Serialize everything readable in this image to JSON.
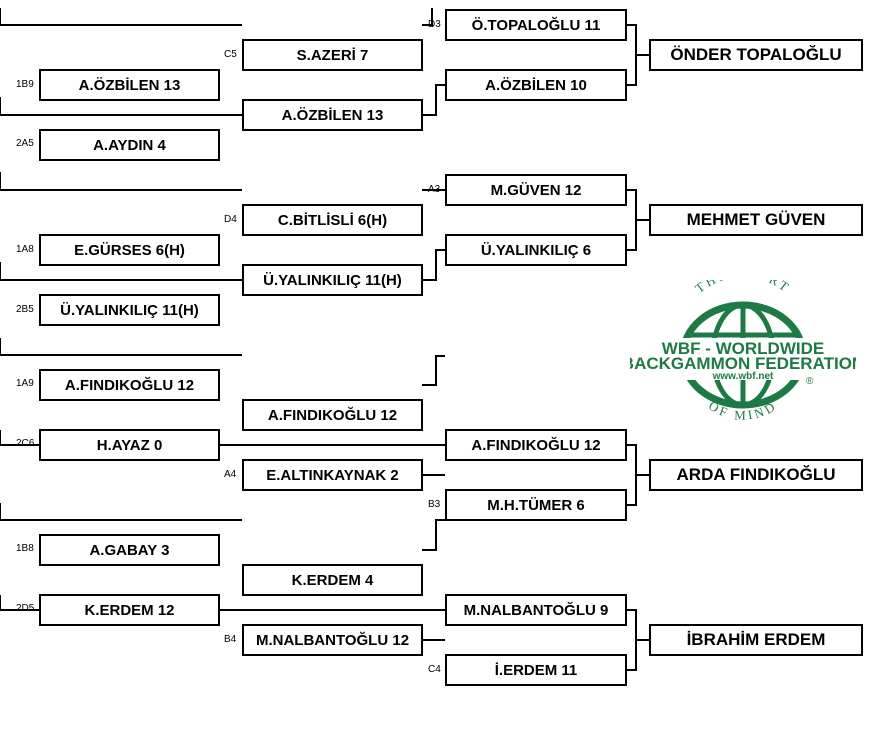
{
  "round1": [
    {
      "seed": "1B9",
      "name": "A.ÖZBİLEN 13"
    },
    {
      "seed": "2A5",
      "name": "A.AYDIN 4"
    },
    {
      "seed": "1A8",
      "name": "E.GÜRSES 6(H)"
    },
    {
      "seed": "2B5",
      "name": "Ü.YALINKILIÇ 11(H)"
    },
    {
      "seed": "1A9",
      "name": "A.FINDIKOĞLU 12"
    },
    {
      "seed": "2C6",
      "name": "H.AYAZ 0"
    },
    {
      "seed": "1B8",
      "name": "A.GABAY 3"
    },
    {
      "seed": "2D5",
      "name": "K.ERDEM 12"
    }
  ],
  "round2": [
    {
      "seed": "C5",
      "name": "S.AZERİ 7"
    },
    {
      "seed": "",
      "name": "A.ÖZBİLEN 13"
    },
    {
      "seed": "D4",
      "name": "C.BİTLİSLİ 6(H)"
    },
    {
      "seed": "",
      "name": "Ü.YALINKILIÇ 11(H)"
    },
    {
      "seed": "",
      "name": "A.FINDIKOĞLU 12"
    },
    {
      "seed": "A4",
      "name": "E.ALTINKAYNAK 2"
    },
    {
      "seed": "",
      "name": "K.ERDEM 4"
    },
    {
      "seed": "B4",
      "name": "M.NALBANTOĞLU 12"
    }
  ],
  "round3": [
    {
      "seed": "D3",
      "name": "Ö.TOPALOĞLU 11"
    },
    {
      "seed": "",
      "name": "A.ÖZBİLEN 10"
    },
    {
      "seed": "A3",
      "name": "M.GÜVEN 12"
    },
    {
      "seed": "",
      "name": "Ü.YALINKILIÇ 6"
    },
    {
      "seed": "",
      "name": "A.FINDIKOĞLU 12"
    },
    {
      "seed": "B3",
      "name": "M.H.TÜMER 6"
    },
    {
      "seed": "",
      "name": "M.NALBANTOĞLU 9"
    },
    {
      "seed": "C4",
      "name": "İ.ERDEM 11"
    }
  ],
  "winners": [
    "ÖNDER TOPALOĞLU",
    "MEHMET GÜVEN",
    "ARDA FINDIKOĞLU",
    "İBRAHİM ERDEM"
  ],
  "logo": {
    "top_text": "THE SPORT",
    "line1": "WBF - WORLDWIDE",
    "line2": "BACKGAMMON FEDERATION",
    "url": "www.wbf.net",
    "reg": "®",
    "bottom_text": "OF MIND",
    "color": "#1e7a45"
  }
}
